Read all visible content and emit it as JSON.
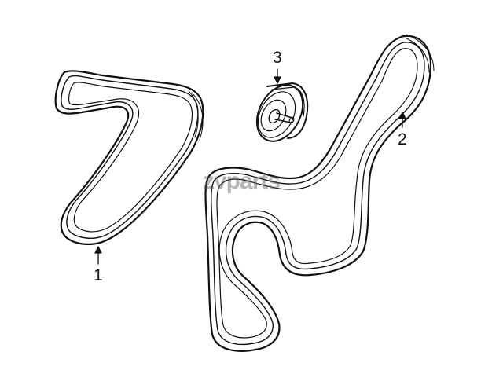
{
  "callouts": {
    "part_1": "1",
    "part_2": "2",
    "part_3": "3"
  },
  "watermark": "zvparts",
  "colors": {
    "line": "#111111",
    "background": "#ffffff",
    "watermark": "#5a5a5a"
  }
}
